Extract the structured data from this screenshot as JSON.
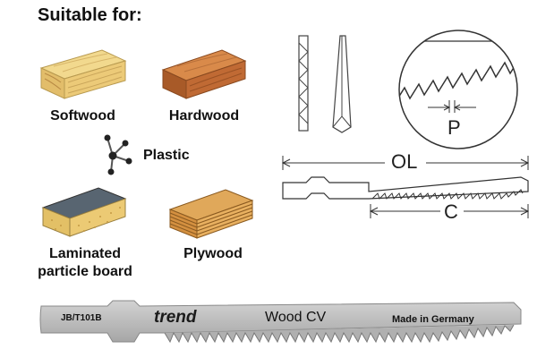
{
  "heading": "Suitable for:",
  "materials": {
    "softwood": "Softwood",
    "hardwood": "Hardwood",
    "plastic": "Plastic",
    "laminated_line1": "Laminated",
    "laminated_line2": "particle board",
    "plywood": "Plywood"
  },
  "diagram": {
    "pitch_label": "P",
    "overall_length_label": "OL",
    "cutting_length_label": "C"
  },
  "blade": {
    "code": "JB/T101B",
    "brand": "trend",
    "name": "Wood CV",
    "origin": "Made in Germany"
  },
  "colors": {
    "softwood": "#e8c97a",
    "hardwood": "#c8763c",
    "laminate_top": "#4a5560",
    "laminate_side": "#e9c86e",
    "plywood": "#d99b4a",
    "blade": "#bdbdbd"
  }
}
